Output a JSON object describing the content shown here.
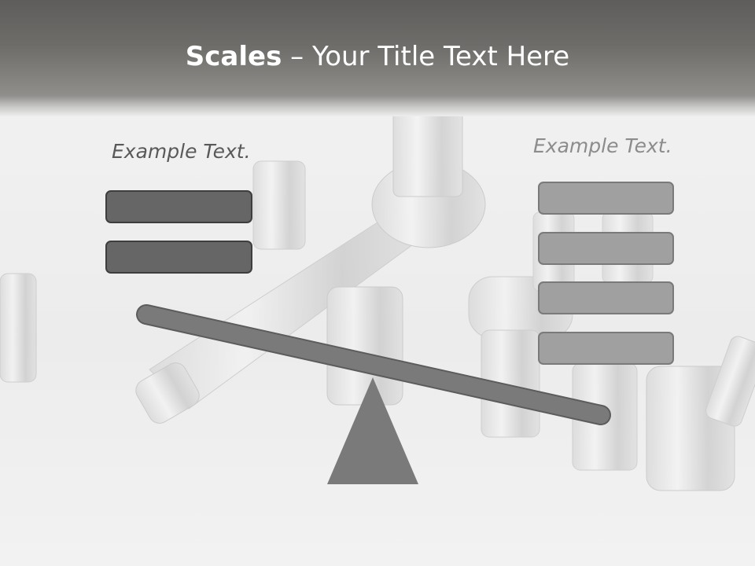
{
  "title": {
    "bold": "Scales",
    "rest": " – Your Title Text Here"
  },
  "left": {
    "label": "Example Text.",
    "box_count": 2
  },
  "right": {
    "label": "Example Text.",
    "box_count": 4
  },
  "colors": {
    "header": "#6e6d6a",
    "beam": "#7a7a7a",
    "fulcrum": "#7a7a7a",
    "left_box": "#666666",
    "right_box": "#a0a0a0"
  }
}
